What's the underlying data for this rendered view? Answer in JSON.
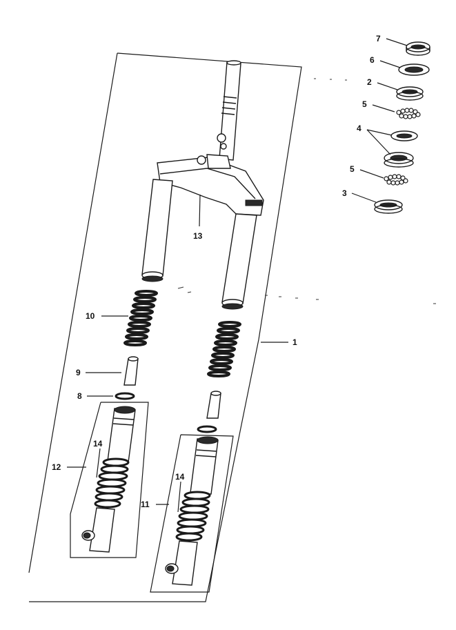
{
  "callouts": {
    "c1": "1",
    "c2": "2",
    "c3": "3",
    "c4": "4",
    "c5a": "5",
    "c5b": "5",
    "c6": "6",
    "c7": "7",
    "c8": "8",
    "c9": "9",
    "c10": "10",
    "c11": "11",
    "c12": "12",
    "c13": "13",
    "c14a": "14",
    "c14b": "14"
  }
}
